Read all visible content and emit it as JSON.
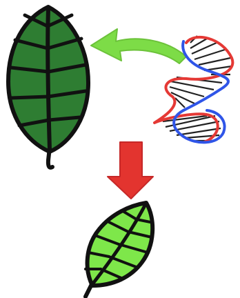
{
  "colors": {
    "background": "#ffffff",
    "outline": "#111111",
    "dark_leaf": "#2e7d32",
    "light_leaf": "#7ee74a",
    "green_arrow": "#7ddc47",
    "red_arrow": "#e3342f",
    "dna_red": "#e53935",
    "dna_blue": "#2f55e8",
    "dna_rungs": "#222222"
  },
  "diagram": {
    "elements": [
      {
        "id": "dark-leaf",
        "icon": "leaf-icon"
      },
      {
        "id": "dna-helix",
        "icon": "dna-helix-icon"
      },
      {
        "id": "green-arrow",
        "icon": "curved-arrow-left-icon"
      },
      {
        "id": "red-arrow",
        "icon": "arrow-down-icon"
      },
      {
        "id": "light-leaf",
        "icon": "leaf-icon"
      }
    ]
  }
}
